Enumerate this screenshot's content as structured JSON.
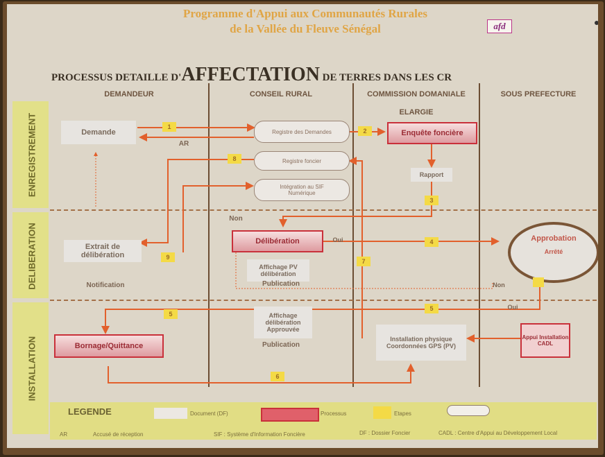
{
  "header": {
    "title_line1": "Programme d'Appui aux Communautés Rurales",
    "title_line2": "de la Vallée du Fleuve Sénégal",
    "logo_text": "afd"
  },
  "title": {
    "prefix": "PROCESSUS DETAILLE D'",
    "keyword": "AFFECTATION",
    "suffix": " DE TERRES DANS LES CR"
  },
  "columns": {
    "demandeur": "DEMANDEUR",
    "conseil_rural": "CONSEIL RURAL",
    "commission": "COMMISSION DOMANIALE",
    "commission_sub": "ELARGIE",
    "sous_prefecture": "SOUS PREFECTURE"
  },
  "lanes": {
    "enregistrement": "ENREGISTREMENT",
    "deliberation": "DELIBERATION",
    "installation": "INSTALLATION"
  },
  "nodes": {
    "demande": "Demande",
    "ar": "AR",
    "registre_demandes": "Registre des Demandes",
    "enquete_fonciere": "Enquête foncière",
    "registre_foncier": "Registre foncier",
    "integration_sif": "Intégration au SIF",
    "integration_sif_sub": "Numérique",
    "rapport": "Rapport",
    "non_top": "Non",
    "deliberation": "Délibération",
    "oui_delib": "Oui",
    "extrait": "Extrait de délibération",
    "affichage_pv": "Affichage PV délibération",
    "publication_1": "Publication",
    "notification": "Notification",
    "approbation": "Approbation",
    "arrete": "Arrêté",
    "non_right": "Non",
    "oui_right": "Oui",
    "affichage_approuvee": "Affichage délibération Approuvée",
    "publication_2": "Publication",
    "bornage": "Bornage/Quittance",
    "installation_physique": "Installation physique Coordonnées GPS (PV)",
    "appui": "Appui Installation CADL"
  },
  "steps": {
    "s1": "1",
    "s2": "2",
    "s3": "3",
    "s4": "4",
    "s5a": "5",
    "s5b": "5",
    "s6": "6",
    "s7": "7",
    "s8": "8",
    "s9": "9"
  },
  "legend": {
    "title": "LEGENDE",
    "document": "Document (DF)",
    "processus": "Processus",
    "etape": "Etapes",
    "ar": "AR",
    "ar_desc": "Accusé de réception",
    "sif": "SIF : Système d'Information Foncière",
    "df": "DF : Dossier Foncier",
    "cadl": "CADL : Centre d'Appui au Développement Local"
  },
  "colors": {
    "arrow": "#e2602c",
    "process_border": "#c9303a",
    "step": "#f4da46",
    "lane_strip": "#e2e089",
    "frame": "#6b4c2c"
  }
}
